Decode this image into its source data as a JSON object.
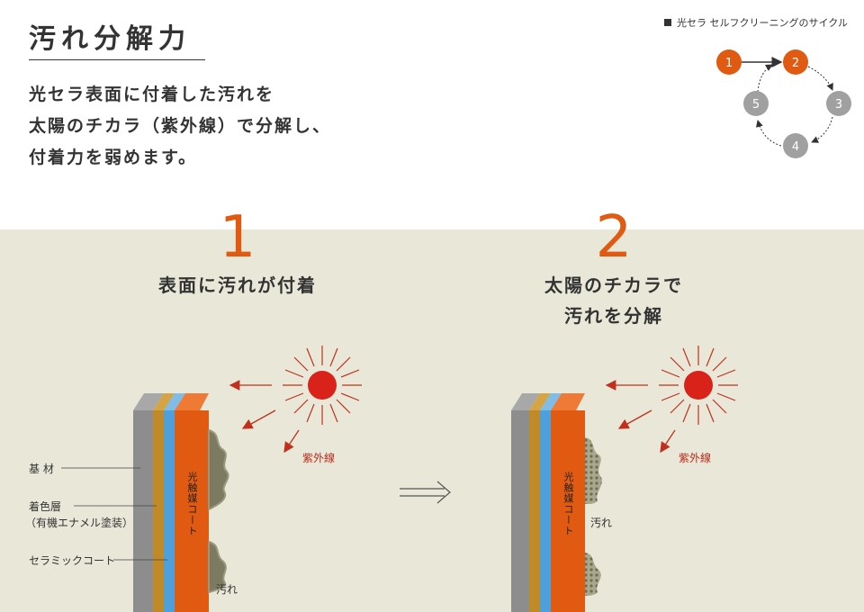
{
  "header": {
    "title": "汚れ分解力",
    "description_lines": [
      "光セラ表面に付着した汚れを",
      "太陽のチカラ（紫外線）で分解し、",
      "付着力を弱めます。"
    ]
  },
  "cycle": {
    "heading": "光セラ セルフクリーニングのサイクル",
    "nodes": [
      "1",
      "2",
      "3",
      "4",
      "5"
    ],
    "active_color": "#e05a12",
    "inactive_color": "#a0a0a0"
  },
  "steps": [
    {
      "number": "1",
      "caption_lines": [
        "表面に汚れが付着"
      ]
    },
    {
      "number": "2",
      "caption_lines": [
        "太陽のチカラで",
        "汚れを分解"
      ]
    }
  ],
  "labels": {
    "base": "基 材",
    "color_layer": "着色層",
    "color_layer_note": "（有機エナメル塗装）",
    "ceramic": "セラミックコート",
    "photocatalyst": "光触媒コート",
    "uv": "紫外線",
    "dirt": "汚れ"
  },
  "colors": {
    "accent_orange": "#e05a12",
    "sun_red": "#d9221a",
    "panel_bg": "#e9e8d8",
    "layer_gray": "#8d8d8d",
    "layer_gold": "#c08a28",
    "layer_blue": "#4ea0dc",
    "dirt": "#7d7a62"
  },
  "icons": {
    "transition": "double-arrow-right-icon",
    "sun": "sun-icon"
  }
}
